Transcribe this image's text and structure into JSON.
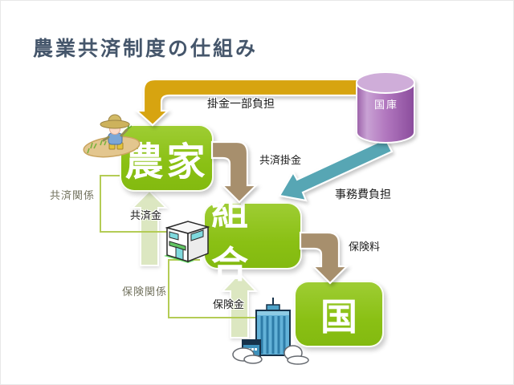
{
  "slide": {
    "title": "農業共済制度の仕組み"
  },
  "nodes": {
    "farmer": {
      "label": "農家"
    },
    "union": {
      "label": "組合"
    },
    "government": {
      "label": "国"
    },
    "treasury": {
      "label": "国庫"
    }
  },
  "flows": {
    "premium_subsidy": {
      "label": "掛金一部負担",
      "from": "国庫",
      "to": "農家",
      "color": "#d7a410"
    },
    "mutual_premium": {
      "label": "共済掛金",
      "from": "農家",
      "to": "組合",
      "color": "#a78f6d"
    },
    "admin_cost": {
      "label": "事務費負担",
      "from": "国庫",
      "to": "組合",
      "color": "#57a6b4"
    },
    "mutual_benefit": {
      "label": "共済金",
      "from": "組合",
      "to": "農家",
      "color": "#dce7c1"
    },
    "insurance_premium": {
      "label": "保険料",
      "from": "組合",
      "to": "国",
      "color": "#a78f6d"
    },
    "insurance_benefit": {
      "label": "保険金",
      "from": "国",
      "to": "組合",
      "color": "#dce7c1"
    }
  },
  "relations": {
    "mutual": {
      "label": "共済関係"
    },
    "insurance": {
      "label": "保険関係"
    }
  },
  "icons": {
    "farmer": "farmer-icon",
    "union": "union-building-icon",
    "government": "government-building-icon"
  },
  "colors": {
    "title": "#45566b",
    "node_green": "#8ac014",
    "treasury_purple": "#a970b5",
    "subsidy_gold": "#d7a410",
    "premium_brown": "#a78f6d",
    "admin_teal": "#57a6b4",
    "benefit_pale_green": "#dce7c1",
    "relation_bracket": "#b4cc55"
  }
}
